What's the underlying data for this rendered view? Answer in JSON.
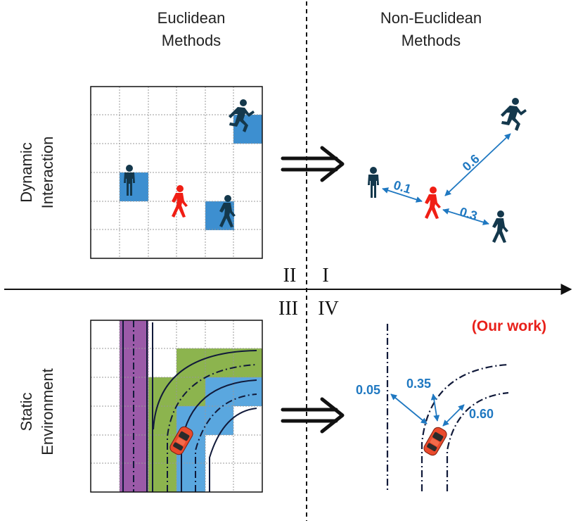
{
  "columns": {
    "left": [
      "Euclidean",
      "Methods"
    ],
    "right": [
      "Non-Euclidean",
      "Methods"
    ]
  },
  "rows": {
    "top": [
      "Dynamic",
      "Interaction"
    ],
    "bottom": [
      "Static",
      "Environment"
    ]
  },
  "quadrants": {
    "q1": "I",
    "q2": "II",
    "q3": "III",
    "q4": "IV"
  },
  "dynamic_distances": {
    "left_person": "0.1",
    "runner": "0.6",
    "walker": "0.3"
  },
  "static_distances": {
    "left_lane": "0.05",
    "middle_lane": "0.35",
    "right_lane": "0.60"
  },
  "highlight": "(Our work)",
  "colors": {
    "agent_dark": "#14384c",
    "agent_ego": "#f01e14",
    "cell_blue": "#3d8fd0",
    "lane_green": "#8cb44e",
    "lane_blue": "#5aa7df",
    "lane_purple": "#9b5aa8",
    "distance_blue": "#1f78c1",
    "car": "#ea4a2c"
  }
}
